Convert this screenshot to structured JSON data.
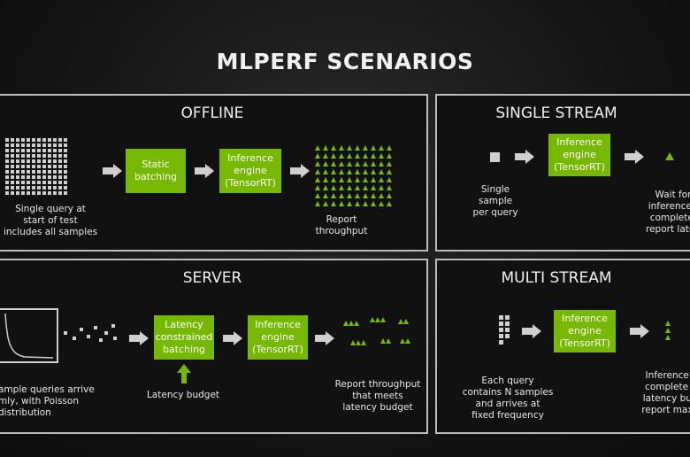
{
  "title": "MLPERF SCENARIOS",
  "offline": {
    "title": "OFFLINE",
    "box1": "Static\nbatching",
    "box2": "Inference\nengine\n(TensorRT)",
    "caption_left": "Single query at\nstart of test\nincludes all samples",
    "caption_right": "Report\nthroughput"
  },
  "single_stream": {
    "title": "SINGLE STREAM",
    "box1": "Inference\nengine\n(TensorRT)",
    "caption_left": "Single\nsample\nper query",
    "caption_right": "Wait for\ninference t\ncomplete,\nreport laten"
  },
  "server": {
    "title": "SERVER",
    "box1": "Latency\nconstrained\nbatching",
    "box2": "Inference\nengine\n(TensorRT)",
    "caption_left": "ample queries arrive\nmly, with Poisson\ndistribution",
    "caption_budget": "Latency budget",
    "caption_right": "Report throughput\nthat meets\nlatency budget"
  },
  "multi_stream": {
    "title": "MULTI STREAM",
    "box1": "Inference\nengine\n(TensorRT)",
    "caption_left": "Each query\ncontains N samples\nand arrives at\nfixed frequency",
    "caption_right": "Inference m\ncomplete wi\nlatency budg\nreport maxim"
  },
  "colors": {
    "accent": "#76b900",
    "panel_border": "#bdbdbd",
    "background": "#161616"
  },
  "icons": [
    "arrow-right-icon",
    "arrow-up-icon",
    "sample-grid-icon",
    "result-triangles-icon",
    "poisson-curve-icon"
  ]
}
